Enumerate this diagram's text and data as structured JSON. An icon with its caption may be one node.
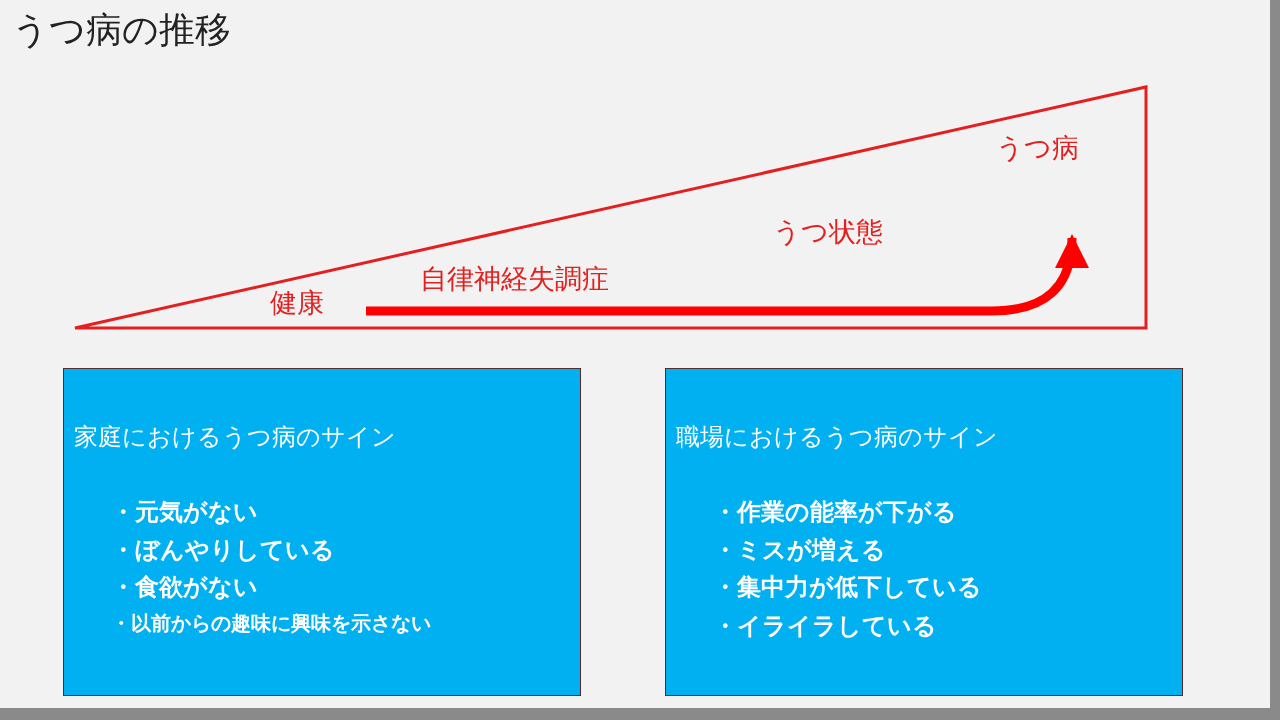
{
  "diagram": {
    "title": "うつ病の推移",
    "nodes": [
      {
        "text": [],
        "shape": "triangle"
      },
      {
        "text": [
          "健康"
        ],
        "in": 0
      },
      {
        "text": [
          "うつ病"
        ],
        "in": 0
      },
      {
        "text": [
          "家庭におけるうつ病のサイン",
          "・元気がない",
          "・ぼんやりしている",
          "・食欲がない",
          "・以前からの趣味に興味を示さない"
        ]
      },
      {
        "text": [
          "職場におけるうつ病のサイン",
          "・作業の能率が下がる",
          "・ミスが増える",
          "・集中力が低下している",
          "・イライラしている"
        ]
      }
    ],
    "edges": [
      {
        "from": 1,
        "to": 2,
        "arrow": "to"
      }
    ],
    "labels": [
      "自律神経失調症",
      "うつ状態"
    ]
  }
}
